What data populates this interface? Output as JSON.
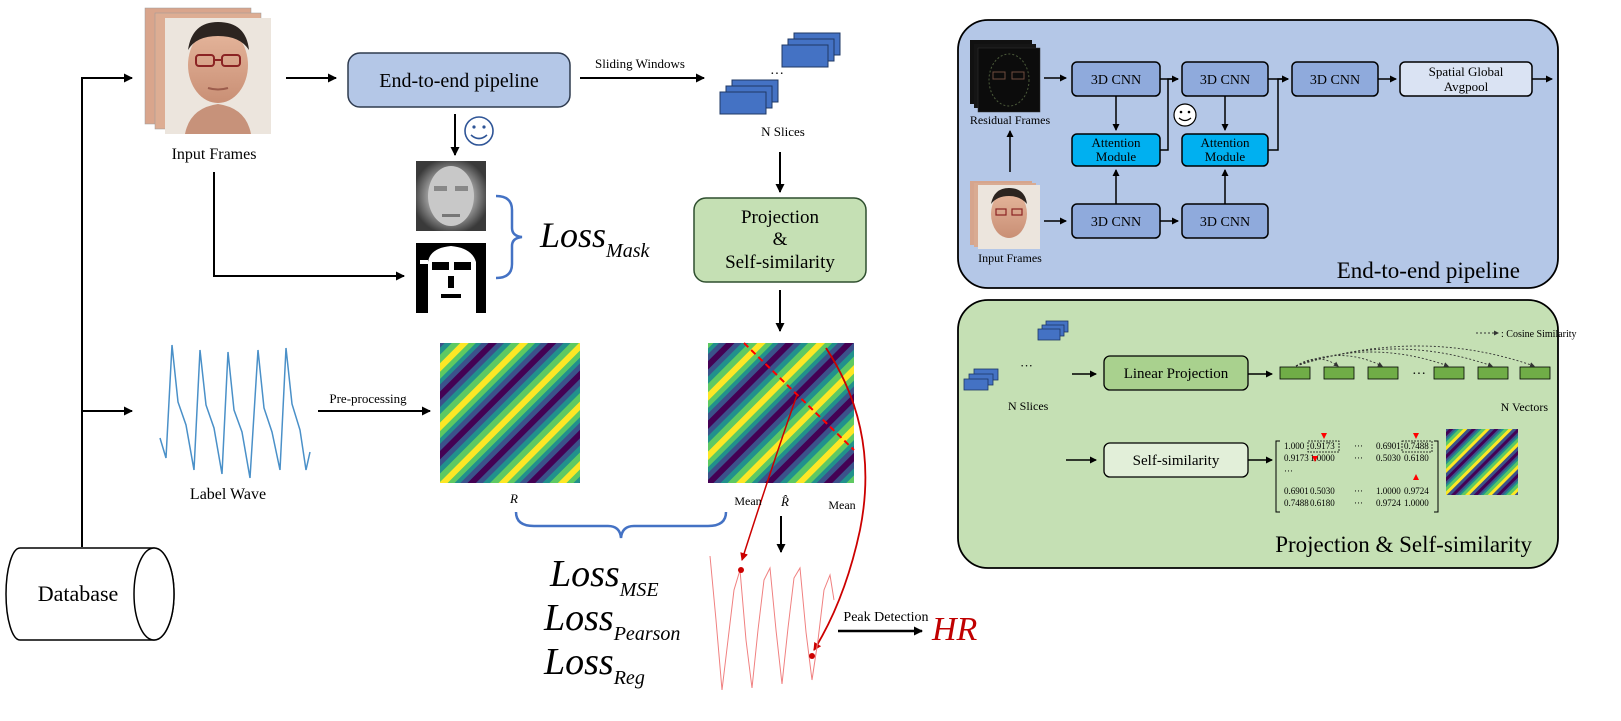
{
  "left": {
    "input_frames_label": "Input Frames",
    "pipeline_box": "End-to-end pipeline",
    "sliding_windows": "Sliding Windows",
    "n_slices": "N Slices",
    "projection_line1": "Projection",
    "projection_line2": "&",
    "projection_line3": "Self-similarity",
    "loss_mask": {
      "base": "Loss",
      "sub": "Mask"
    },
    "label_wave": "Label Wave",
    "preprocessing": "Pre-processing",
    "r_label": "R",
    "r_hat_label": "R̂",
    "mean_left": "Mean",
    "mean_right": "Mean",
    "loss_mse": {
      "base": "Loss",
      "sub": "MSE"
    },
    "loss_pearson": {
      "base": "Loss",
      "sub": "Pearson"
    },
    "loss_reg": {
      "base": "Loss",
      "sub": "Reg"
    },
    "peak_detection": "Peak Detection",
    "hr": "HR",
    "database": "Database"
  },
  "panel_pipeline": {
    "title": "End-to-end pipeline",
    "residual_frames": "Residual Frames",
    "input_frames": "Input Frames",
    "cnn_label": "3D CNN",
    "attention_line1": "Attention",
    "attention_line2": "Module",
    "pool_line1": "Spatial Global",
    "pool_line2": "Avgpool"
  },
  "panel_projection": {
    "title": "Projection & Self-similarity",
    "cosine_legend": ": Cosine Similarity",
    "n_slices": "N Slices",
    "linear_projection": "Linear Projection",
    "n_vectors": "N Vectors",
    "self_similarity": "Self-similarity",
    "matrix": [
      [
        "1.000",
        "0.9173",
        "···",
        "0.6901",
        "0.7488"
      ],
      [
        "0.9173",
        "1.0000",
        "···",
        "0.5030",
        "0.6180"
      ],
      [
        "···",
        "",
        "",
        "",
        ""
      ],
      [
        "0.6901",
        "0.5030",
        "···",
        "1.0000",
        "0.9724"
      ],
      [
        "0.7488",
        "0.6180",
        "···",
        "0.9724",
        "1.0000"
      ]
    ]
  },
  "colors": {
    "pipeline_box": "#b4c7e7",
    "projection_box": "#c5e0b4",
    "slice_blue": "#4472c4",
    "attention_cyan": "#00b0f0",
    "cnn_fill": "#8faadc",
    "vector_green": "#70ad47",
    "brace_blue": "#4472c4",
    "red": "#cc0000"
  },
  "icons": [
    "smiley-icon",
    "face-photo",
    "mask-image",
    "stripe-map",
    "waveform"
  ]
}
